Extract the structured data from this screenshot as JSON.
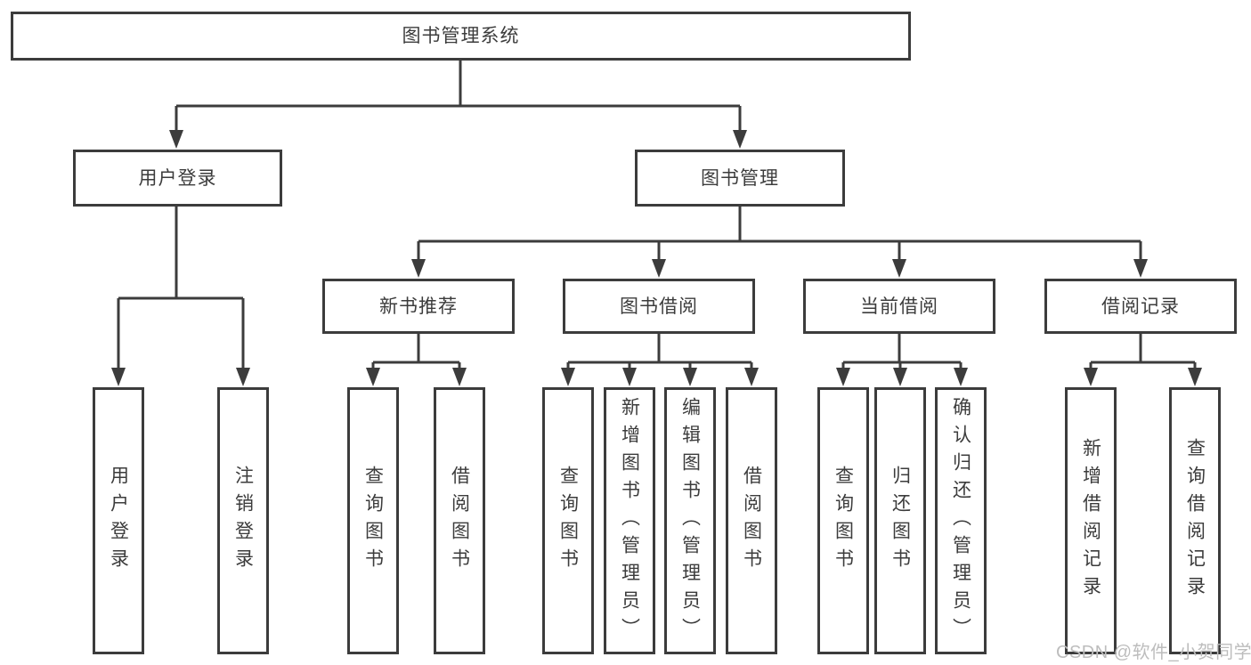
{
  "colors": {
    "line": "#3c3c3c",
    "text": "#3c3c3c",
    "watermark": "#bdbdbd",
    "background": "#ffffff"
  },
  "watermark": {
    "text": "CSDN @软件_小贺同学"
  },
  "root": {
    "label": "图书管理系统",
    "children": [
      {
        "label": "用户登录",
        "children": [
          {
            "label": "用户登录"
          },
          {
            "label": "注销登录"
          }
        ]
      },
      {
        "label": "图书管理",
        "children": [
          {
            "label": "新书推荐",
            "children": [
              {
                "label": "查询图书"
              },
              {
                "label": "借阅图书"
              }
            ]
          },
          {
            "label": "图书借阅",
            "children": [
              {
                "label": "查询图书"
              },
              {
                "label": "新增图书（管理员）"
              },
              {
                "label": "编辑图书（管理员）"
              },
              {
                "label": "借阅图书"
              }
            ]
          },
          {
            "label": "当前借阅",
            "children": [
              {
                "label": "查询图书"
              },
              {
                "label": "归还图书"
              },
              {
                "label": "确认归还（管理员）"
              }
            ]
          },
          {
            "label": "借阅记录",
            "children": [
              {
                "label": "新增借阅记录"
              },
              {
                "label": "查询借阅记录"
              }
            ]
          }
        ]
      }
    ]
  }
}
